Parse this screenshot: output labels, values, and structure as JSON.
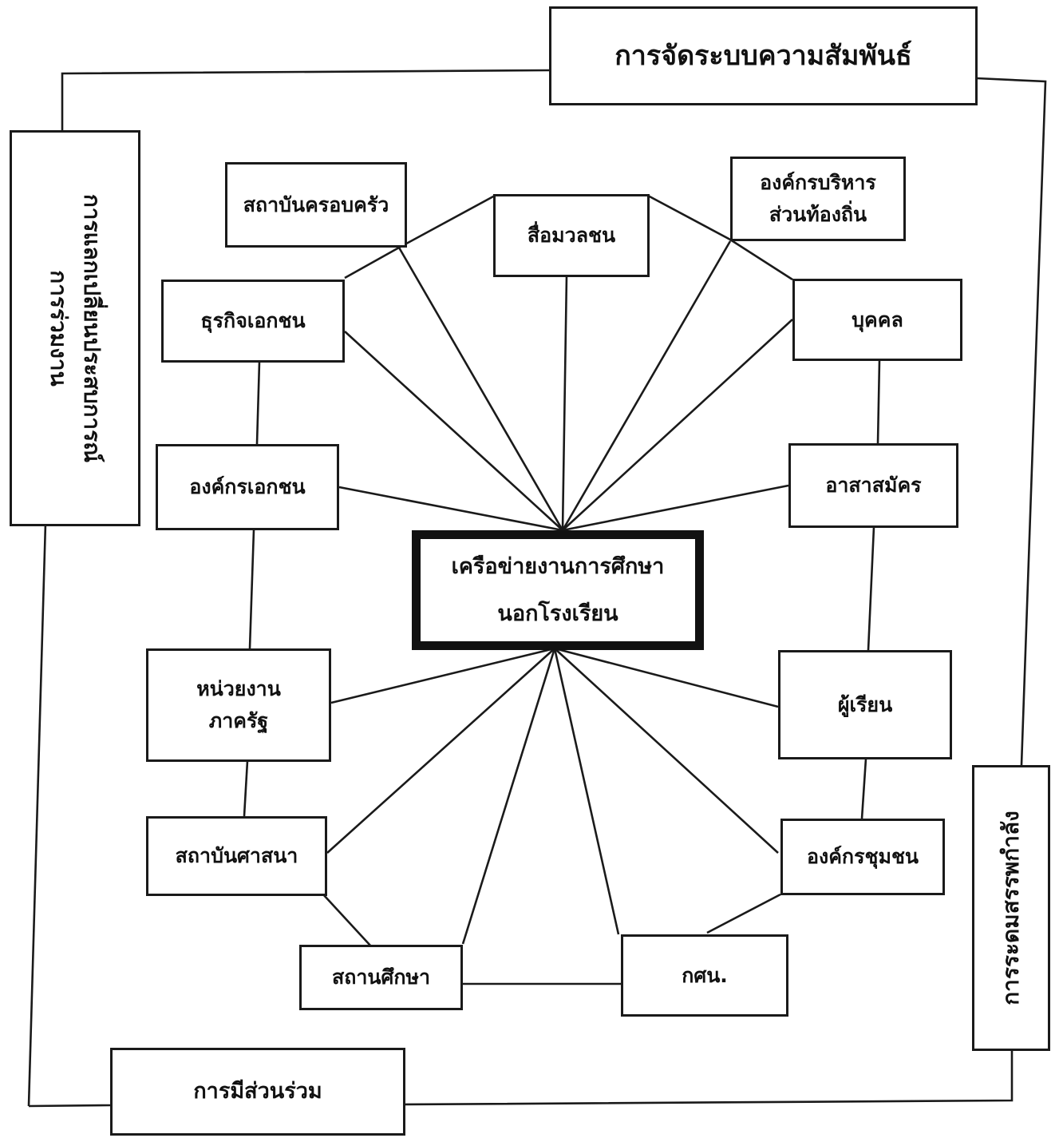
{
  "diagram": {
    "center": {
      "lines": [
        "เครือข่ายงานการศึกษา",
        "นอกโรงเรียน"
      ]
    },
    "frame": {
      "top": "การจัดระบบความสัมพันธ์",
      "left": [
        "การแลกเปลี่ยนประสบการณ์",
        "การร่วมงาน"
      ],
      "right": "การระดมสรรพกำลัง",
      "bottom": "การมีส่วนร่วม"
    },
    "nodes": {
      "family": "สถาบันครอบครัว",
      "media": "สื่อมวลชน",
      "local_admin": [
        "องค์กรบริหาร",
        "ส่วนท้องถิ่น"
      ],
      "private_business": "ธุรกิจเอกชน",
      "individual": "บุคคล",
      "private_org": "องค์กรเอกชน",
      "volunteer": "อาสาสมัคร",
      "gov_agency": [
        "หน่วยงาน",
        "ภาครัฐ"
      ],
      "learner": "ผู้เรียน",
      "religious": "สถาบันศาสนา",
      "community_org": "องค์กรชุมชน",
      "school": "สถานศึกษา",
      "nfe_office": "กศน."
    }
  }
}
